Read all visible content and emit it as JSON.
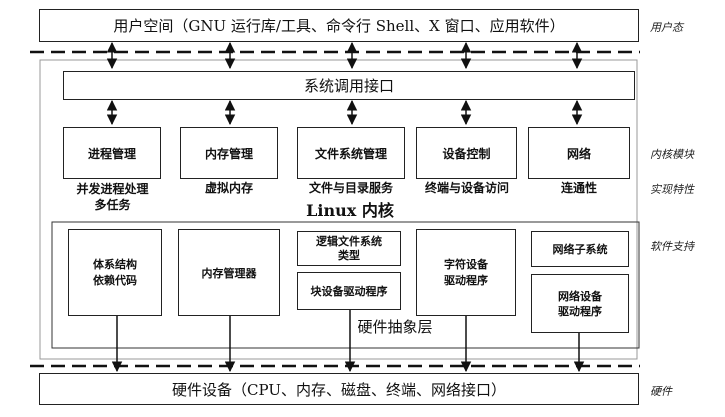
{
  "user_space": "用户空间（GNU 运行库/工具、命令行 Shell、X 窗口、应用软件）",
  "syscall": "系统调用接口",
  "modules": [
    {
      "name": "进程管理",
      "feature": "并发进程处理\n多任务"
    },
    {
      "name": "内存管理",
      "feature": "虚拟内存"
    },
    {
      "name": "文件系统管理",
      "feature": "文件与目录服务"
    },
    {
      "name": "设备控制",
      "feature": "终端与设备访问"
    },
    {
      "name": "网络",
      "feature": "连通性"
    }
  ],
  "kernel_title": "Linux 内核",
  "software_support": {
    "arch_code": "体系结构\n依赖代码",
    "memory_manager": "内存管理器",
    "logical_fs": "逻辑文件系统\n类型",
    "block_driver": "块设备驱动程序",
    "char_driver": "字符设备\n驱动程序",
    "net_subsystem": "网络子系统",
    "net_driver": "网络设备\n驱动程序"
  },
  "hal": "硬件抽象层",
  "hardware": "硬件设备（CPU、内存、磁盘、终端、网络接口）",
  "side_labels": {
    "user_mode": "用户态",
    "kernel_modules": "内核模块",
    "features": "实现特性",
    "software_support": "软件支持",
    "hardware": "硬件"
  }
}
